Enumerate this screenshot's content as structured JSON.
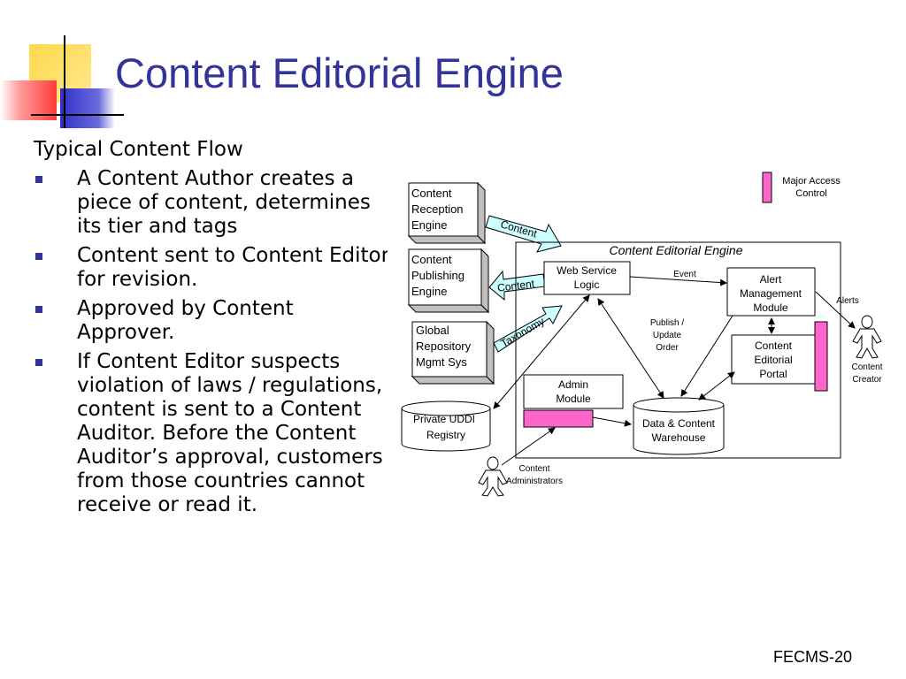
{
  "slide": {
    "title": "Content Editorial Engine",
    "footer": "FECMS-20"
  },
  "content": {
    "intro": "Typical Content Flow",
    "bullets": [
      "A Content Author creates a piece of content, determines its tier and tags",
      "Content sent to Content Editor for revision.",
      "Approved by Content Approver.",
      "If Content Editor suspects violation of laws / regulations, content is sent to a Content Auditor. Before the Content Auditor’s approval, customers from those countries cannot receive or read it."
    ]
  },
  "diagram": {
    "legend_label": [
      "Major Access",
      "Control"
    ],
    "left_boxes": {
      "reception": [
        "Content",
        "Reception",
        "Engine"
      ],
      "publishing": [
        "Content",
        "Publishing",
        "Engine"
      ],
      "repository": [
        "Global",
        "Repository",
        "Mgmt Sys"
      ]
    },
    "arrows": {
      "content_in": "Content",
      "content_out": "Content",
      "taxonomy": "Taxonomy"
    },
    "engine_title": "Content Editorial Engine",
    "web_service": [
      "Web Service",
      "Logic"
    ],
    "alert": [
      "Alert",
      "Management",
      "Module"
    ],
    "portal": [
      "Content",
      "Editorial",
      "Portal"
    ],
    "admin": [
      "Admin",
      "Module"
    ],
    "warehouse": [
      "Data & Content",
      "Warehouse"
    ],
    "uddi": [
      "Private UDDI",
      "Registry"
    ],
    "event_label": "Event",
    "alerts_label": "Alerts",
    "publish_label": [
      "Publish /",
      "Update",
      "Order"
    ],
    "creator": [
      "Content",
      "Creator"
    ],
    "administrators": [
      "Content",
      "Administrators"
    ]
  },
  "colors": {
    "title": "#333399",
    "bullet": "#333399",
    "arrow_fill": "#ccffff",
    "access_control": "#ff66cc",
    "deco_yellow": "#ffcc00",
    "deco_blue": "#3333cc",
    "deco_red": "#ff3333"
  }
}
